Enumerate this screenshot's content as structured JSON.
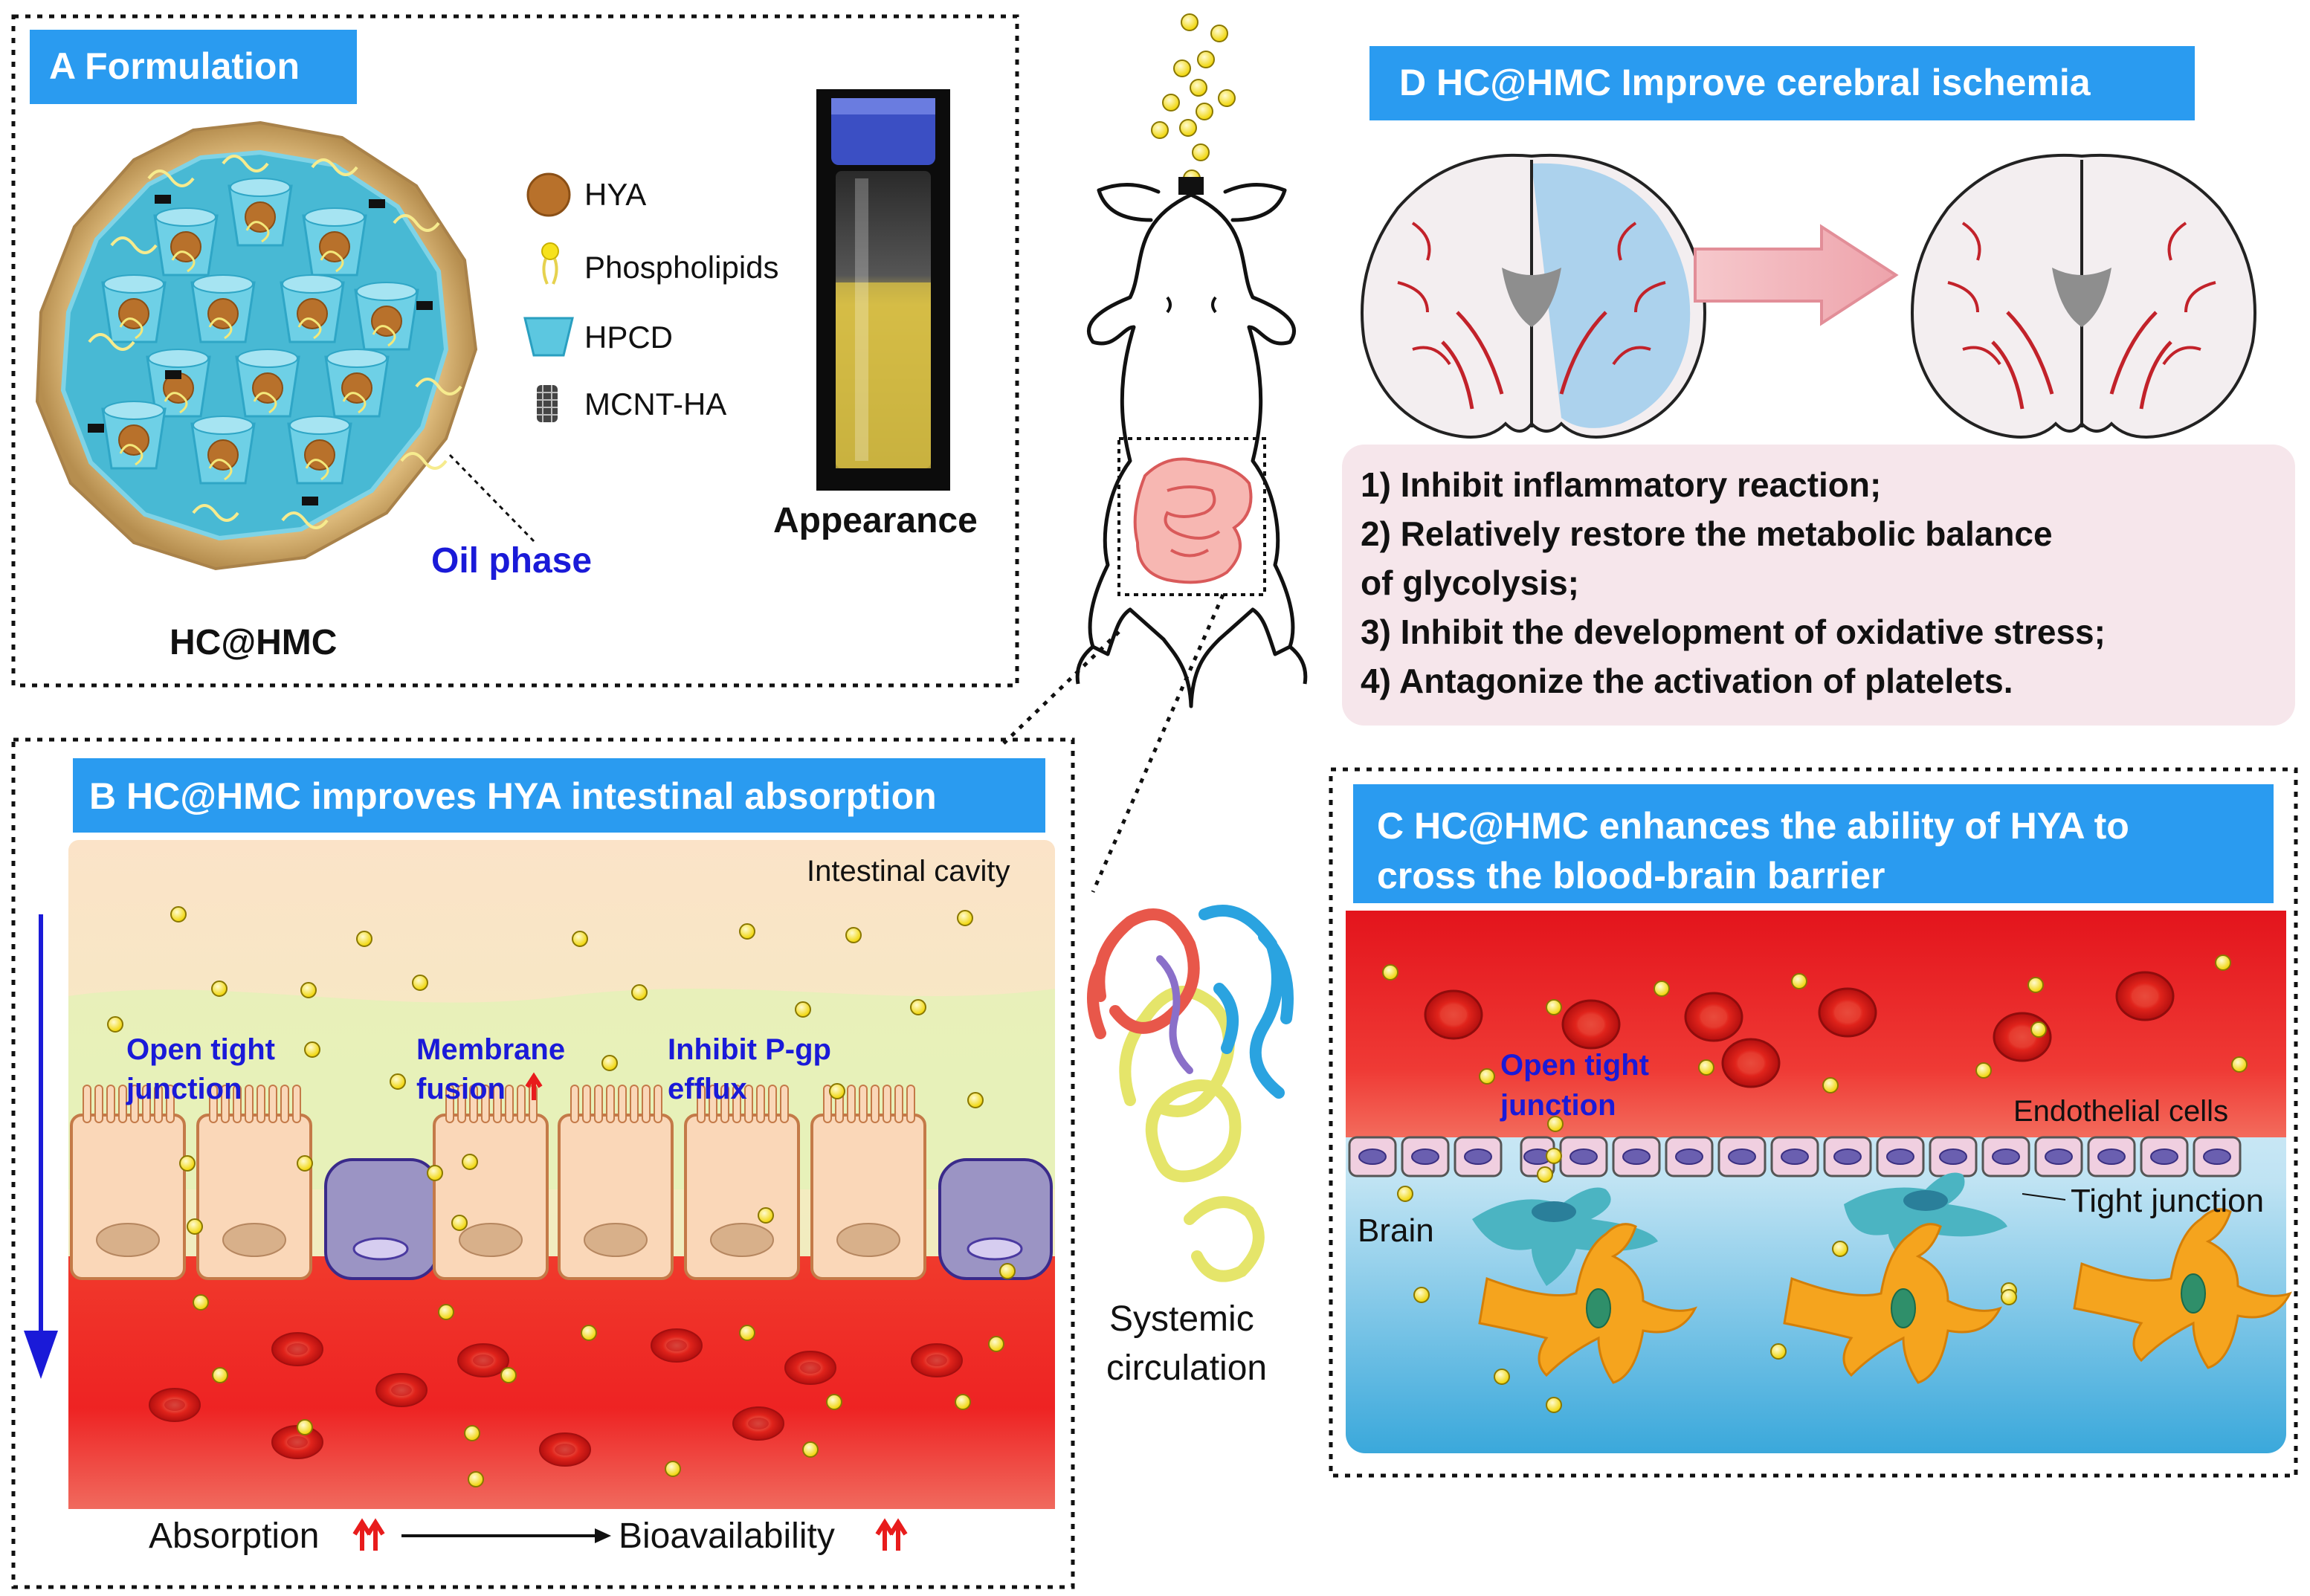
{
  "panel_a": {
    "title": "A Formulation",
    "legend": [
      {
        "label": "HYA",
        "icon": "hya-dot"
      },
      {
        "label": "Phospholipids",
        "icon": "phospholipid"
      },
      {
        "label": "HPCD",
        "icon": "hpcd-cone"
      },
      {
        "label": "MCNT-HA",
        "icon": "nanotube"
      }
    ],
    "particle_label": "HC@HMC",
    "oil_phase_label": "Oil phase",
    "appearance_label": "Appearance"
  },
  "panel_b": {
    "title": "B HC@HMC improves HYA intestinal absorption",
    "cavity_label": "Intestinal cavity",
    "mechanisms": [
      {
        "line1": "Open tight",
        "line2": "junction",
        "arrow": false
      },
      {
        "line1": "Membrane",
        "line2": "fusion",
        "arrow": true
      },
      {
        "line1": "Inhibit P-gp",
        "line2": "efflux",
        "arrow": false
      }
    ],
    "absorption_label": "Absorption",
    "bioavailability_label": "Bioavailability"
  },
  "center": {
    "circulation_line1": "Systemic",
    "circulation_line2": "circulation"
  },
  "panel_c": {
    "title_line1": "C HC@HMC enhances the ability of HYA to",
    "title_line2": "cross the blood-brain barrier",
    "open_line1": "Open tight",
    "open_line2": "junction",
    "endothelial_label": "Endothelial cells",
    "tight_junction_label": "Tight junction",
    "brain_label": "Brain"
  },
  "panel_d": {
    "title": "D HC@HMC Improve cerebral ischemia",
    "effects": [
      "1) Inhibit inflammatory reaction;",
      "2) Relatively restore the metabolic balance",
      "of glycolysis;",
      "3) Inhibit the development of oxidative stress;",
      "4) Antagonize the activation of platelets."
    ]
  },
  "colors": {
    "title_band": "#2a9bf0",
    "hya": "#f4e21c",
    "blood": "#e8171f",
    "mechanism_text": "#1a1ad8",
    "effects_box": "#f6e6eb",
    "astrocyte": "#f39c12",
    "glia": "#4bb4c2"
  }
}
